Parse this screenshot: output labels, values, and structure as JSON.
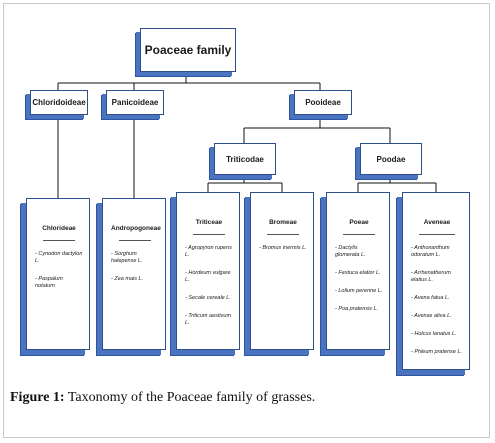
{
  "diagram": {
    "root": "Poaceae family",
    "subfamilies": [
      "Chloridoideae",
      "Panicoideae",
      "Pooideae"
    ],
    "supertribes": [
      "Triticodae",
      "Poodae"
    ],
    "tribes": [
      {
        "title": "Chlorideae",
        "species": [
          "- Cynodon dactylon L.",
          "- Paspalum notatum"
        ]
      },
      {
        "title": "Andropogoneae",
        "species": [
          "- Sorghum halepense L.",
          "- Zea mais L."
        ]
      },
      {
        "title": "Triticeae",
        "species": [
          "- Agropyron rupens L.",
          "- Hordeum vulgare L.",
          "- Secale cereale L.",
          "- Triticum aestivum L."
        ]
      },
      {
        "title": "Bromeae",
        "species": [
          "- Bromus inermis L."
        ]
      },
      {
        "title": "Poeae",
        "species": [
          "- Dactylis glomerata L.",
          "- Festuca elatior L.",
          "- Lolium perenne L.",
          "- Poa pratensis L."
        ]
      },
      {
        "title": "Aveneae",
        "species": [
          "- Anthoxanthum odoratum L.",
          "- Arrhenatherum elatius L.",
          "- Avena fatua L.",
          "- Avenas ativa L.",
          "- Holcus lanatus L.",
          "- Phleum pratense L."
        ]
      }
    ]
  },
  "caption": {
    "label": "Figure 1:",
    "text": " Taxonomy of the Poaceae family of grasses."
  },
  "colors": {
    "box_border": "#2f4f8a",
    "box_shadow": "#4a74c0",
    "connector": "#111111"
  }
}
